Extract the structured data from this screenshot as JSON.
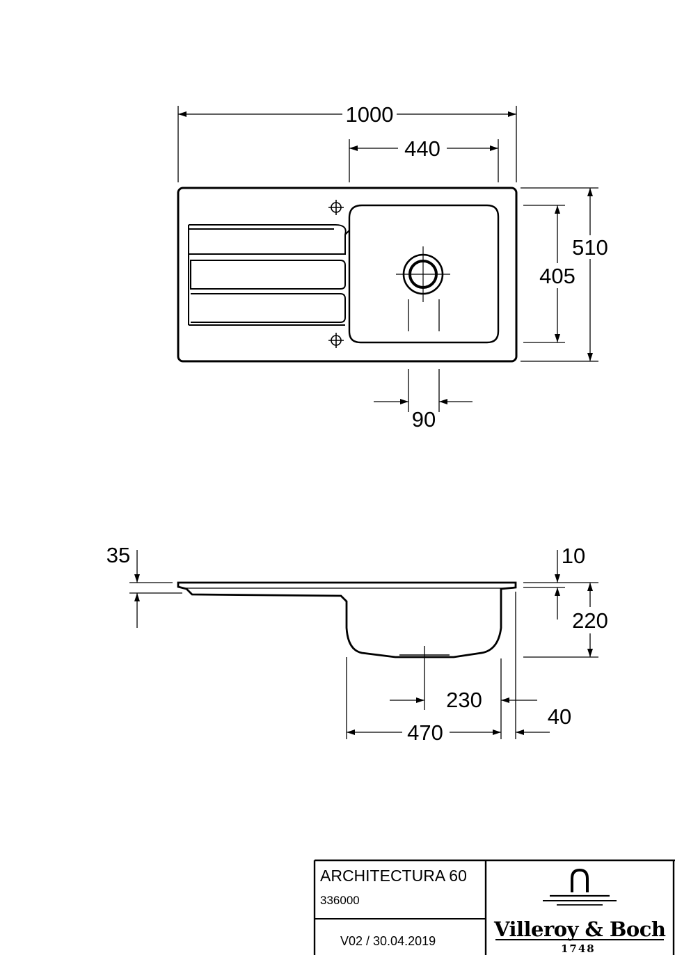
{
  "plan_view": {
    "dimensions": {
      "overall_length": "1000",
      "bowl_width": "440",
      "overall_depth": "510",
      "bowl_depth": "405",
      "drain_width": "90"
    }
  },
  "section_view": {
    "dimensions": {
      "rim_height": "35",
      "top_thickness": "10",
      "bowl_depth": "220",
      "drain_offset": "230",
      "bowl_length": "470",
      "edge_offset": "40"
    }
  },
  "title_block": {
    "product_name": "ARCHITECTURA 60",
    "article_number": "336000",
    "version": "V02 / 30.04.2019",
    "brand": "Villeroy & Boch",
    "brand_year": "1748"
  },
  "icons": [
    "faucet-hole-marker-icon",
    "villeroy-boch-logo-icon"
  ]
}
